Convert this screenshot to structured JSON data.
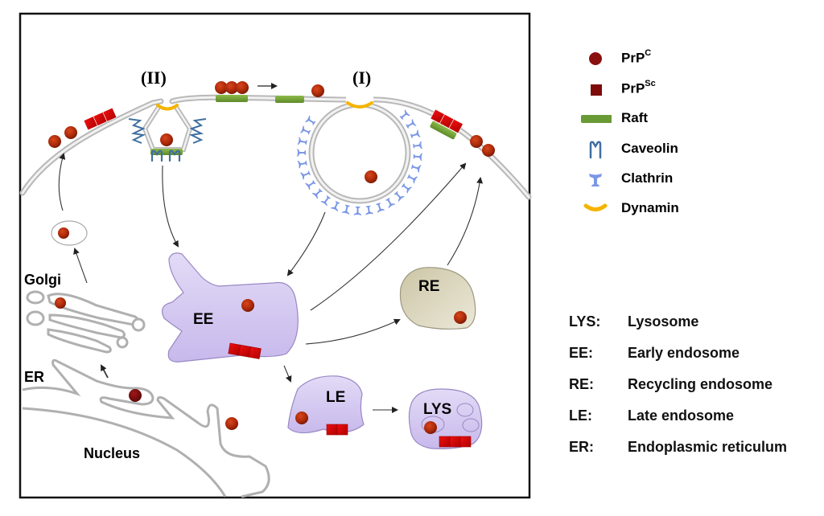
{
  "diagram": {
    "title": "PrP trafficking pathways in the cell",
    "colors": {
      "prpc": "#b02a0a",
      "prpsc": "#cc0000",
      "raft": "#7aa83a",
      "caveolin": "#3f6fa0",
      "clathrin": "#7b97e6",
      "dynamin": "#f5b400",
      "endosome": "#d4c8f0",
      "recycling_endosome": "#d9d4bc",
      "membrane": "#c8c8c8"
    },
    "pathway_labels": {
      "caveolin_route": "(II)",
      "clathrin_route": "(I)"
    },
    "organelles": {
      "golgi": "Golgi",
      "er": "ER",
      "nucleus": "Nucleus",
      "early_endosome": "EE",
      "recycling_endosome": "RE",
      "late_endosome": "LE",
      "lysosome": "LYS"
    }
  },
  "legend": {
    "items": [
      {
        "icon": "prpc-circle",
        "label": "PrP",
        "sup": "C"
      },
      {
        "icon": "prpsc-square",
        "label": "PrP",
        "sup": "Sc"
      },
      {
        "icon": "raft-bar",
        "label": "Raft",
        "sup": ""
      },
      {
        "icon": "caveolin-shape",
        "label": "Caveolin",
        "sup": ""
      },
      {
        "icon": "clathrin-shape",
        "label": "Clathrin",
        "sup": ""
      },
      {
        "icon": "dynamin-arc",
        "label": "Dynamin",
        "sup": ""
      }
    ]
  },
  "abbreviations": [
    {
      "key": "LYS:",
      "value": "Lysosome"
    },
    {
      "key": "EE:",
      "value": "Early endosome"
    },
    {
      "key": "RE:",
      "value": "Recycling endosome"
    },
    {
      "key": "LE:",
      "value": "Late endosome"
    },
    {
      "key": "ER:",
      "value": "Endoplasmic reticulum"
    }
  ]
}
